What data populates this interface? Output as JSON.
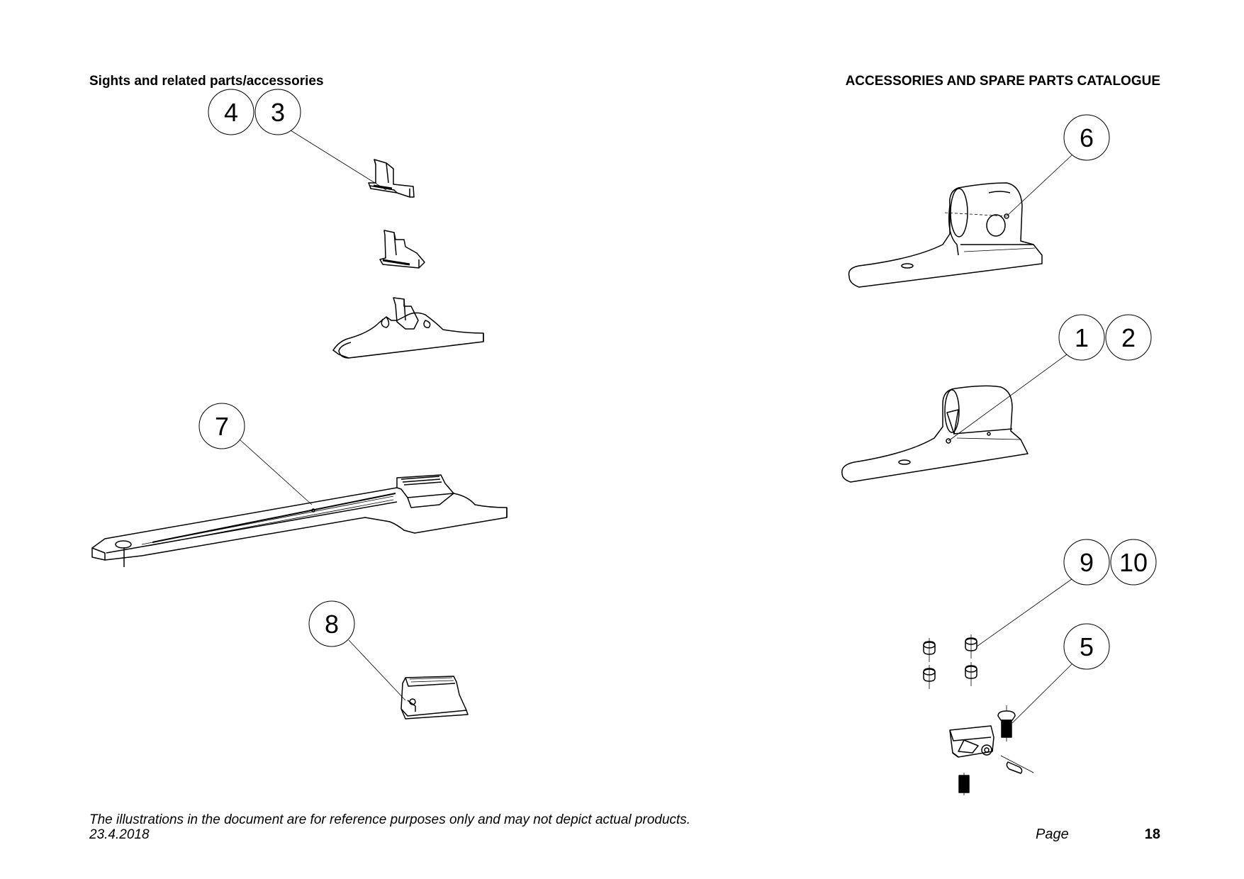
{
  "header": {
    "section_title": "Sights and related parts/accessories",
    "catalogue_title": "ACCESSORIES AND SPARE PARTS CATALOGUE"
  },
  "callouts": {
    "c4": "4",
    "c3": "3",
    "c7": "7",
    "c8": "8",
    "c6": "6",
    "c1": "1",
    "c2": "2",
    "c9": "9",
    "c10": "10",
    "c5": "5"
  },
  "footer": {
    "disclaimer": "The illustrations in the document are for reference purposes only and may not depict actual products.",
    "date": "23.4.2018",
    "page_label": "Page",
    "page_number": "18"
  }
}
